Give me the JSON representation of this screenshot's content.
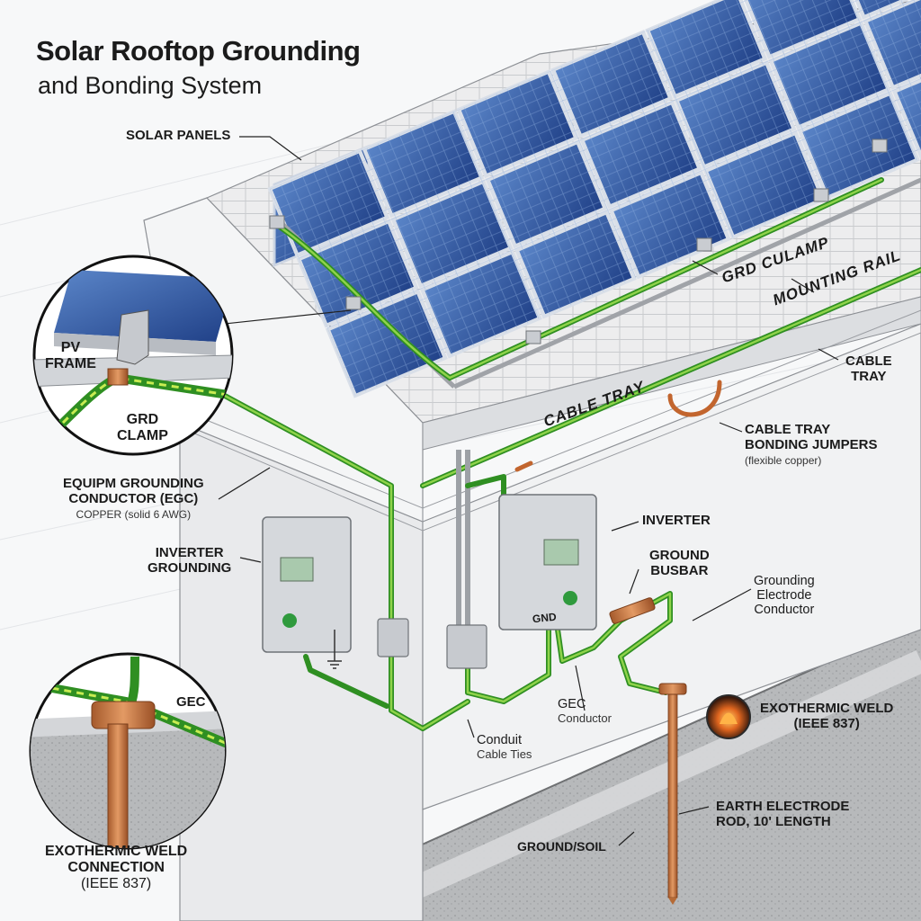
{
  "title": "Solar Rooftop Grounding",
  "subtitle": "and Bonding System",
  "labels": {
    "solar_panels": "SOLAR PANELS",
    "pv_frame": [
      "PV",
      "FRAME"
    ],
    "grd_clamp_detail": [
      "GRD",
      "CLAMP"
    ],
    "grd_culamp": "GRD CULAMP",
    "mounting_rail": "MOUNTING RAIL",
    "cable_tray_roof": "CABLE TRAY",
    "cable_tray": [
      "CABLE",
      "TRAY"
    ],
    "bonding_jumpers": [
      "CABLE TRAY",
      "BONDING JUMPERS",
      "(flexible copper)"
    ],
    "egc": [
      "EQUIPM GROUNDING",
      "CONDUCTOR (EGC)",
      "COPPER (solid 6 AWG)"
    ],
    "inverter_grounding": [
      "INVERTER",
      "GROUNDING"
    ],
    "inverter": "INVERTER",
    "ground_busbar": [
      "GROUND",
      "BUSBAR"
    ],
    "gnd": "GND",
    "grounding_electrode_conductor": [
      "Grounding",
      "Electrode",
      "Conductor"
    ],
    "exothermic_weld": [
      "EXOTHERMIC WELD",
      "(IEEE 837)"
    ],
    "gec_conductor": [
      "GEC",
      "Conductor"
    ],
    "conduit": [
      "Conduit",
      "Cable Ties"
    ],
    "earth_electrode": [
      "EARTH ELECTRODE",
      "ROD, 10' LENGTH"
    ],
    "ground_soil": "GROUND/SOIL",
    "gec_detail": "GEC",
    "exothermic_weld_connection": [
      "EXOTHERMIC WELD",
      "CONNECTION",
      "(IEEE 837)"
    ]
  },
  "colors": {
    "conductor_green": "#2f8f22",
    "conductor_stripe": "#c8ec52",
    "copper": "#c2652e",
    "panel_blue": "#1f3f86"
  }
}
